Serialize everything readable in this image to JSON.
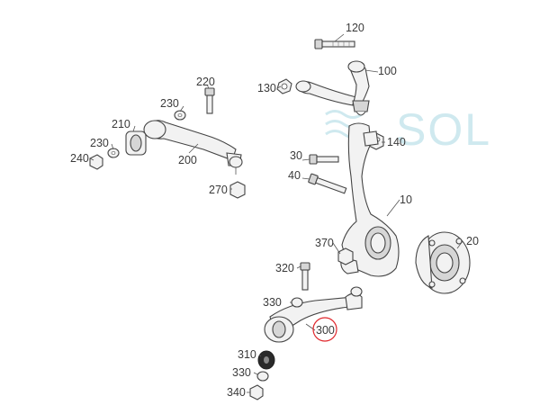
{
  "watermark": {
    "text": "SOL",
    "color": "#cfe9ef"
  },
  "highlight_color": "#e0262b",
  "callouts": {
    "p10": "10",
    "p20": "20",
    "p30": "30",
    "p40": "40",
    "p100": "100",
    "p120": "120",
    "p130": "130",
    "p140": "140",
    "p200": "200",
    "p210": "210",
    "p220": "220",
    "p230a": "230",
    "p230b": "230",
    "p240": "240",
    "p270": "270",
    "p300": "300",
    "p310": "310",
    "p320": "320",
    "p330a": "330",
    "p330b": "330",
    "p340": "340",
    "p370": "370"
  },
  "highlighted_part": "300"
}
